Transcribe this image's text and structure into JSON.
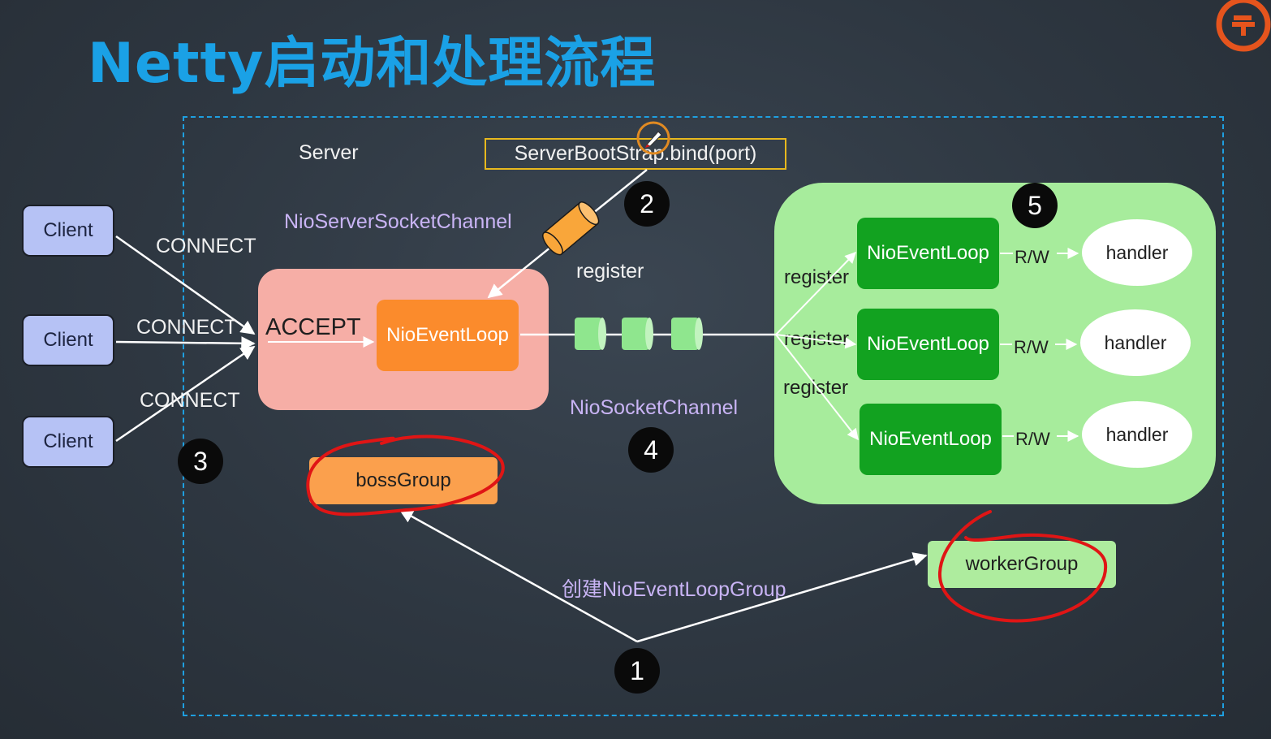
{
  "title": "Netty启动和处理流程",
  "server_label": "Server",
  "bootstrap_label": "ServerBootStrap.bind(port)",
  "server_socket_channel_label": "NioServerSocketChannel",
  "socket_channel_label": "NioSocketChannel",
  "create_group_label": "创建NioEventLoopGroup",
  "clients": [
    {
      "label": "Client",
      "connect": "CONNECT"
    },
    {
      "label": "Client",
      "connect": "CONNECT"
    },
    {
      "label": "Client",
      "connect": "CONNECT"
    }
  ],
  "accept_label": "ACCEPT",
  "boss_loop_label": "NioEventLoop",
  "register_top_label": "register",
  "workers": [
    {
      "register": "register",
      "loop": "NioEventLoop",
      "rw": "R/W",
      "handler": "handler"
    },
    {
      "register": "register",
      "loop": "NioEventLoop",
      "rw": "R/W",
      "handler": "handler"
    },
    {
      "register": "register",
      "loop": "NioEventLoop",
      "rw": "R/W",
      "handler": "handler"
    }
  ],
  "boss_group_label": "bossGroup",
  "worker_group_label": "workerGroup",
  "steps": [
    "1",
    "2",
    "3",
    "4",
    "5"
  ],
  "colors": {
    "title": "#1aa1e6",
    "dashed_border": "#1e9fe0",
    "client_fill": "#b6c2f5",
    "accept_area": "#f6aea6",
    "boss_loop": "#fb8b2c",
    "worker_area": "#a7ec9c",
    "worker_loop": "#12a220",
    "annotation_red": "#e01515",
    "bootstrap_border": "#e8b91e"
  }
}
